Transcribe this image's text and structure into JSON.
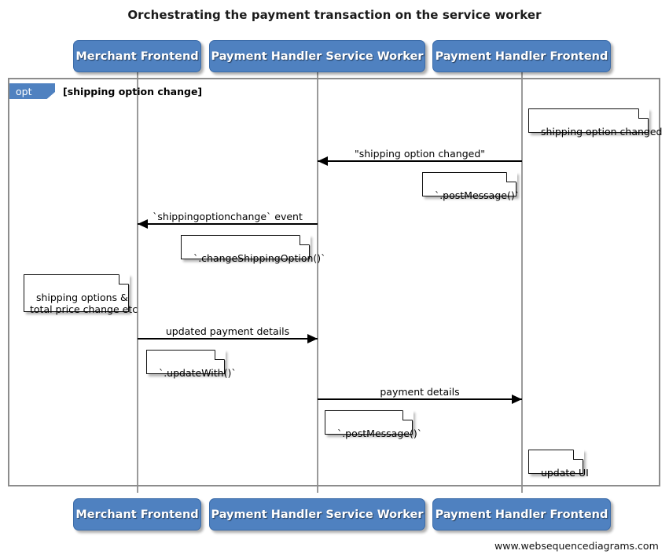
{
  "diagram": {
    "title": "Orchestrating the payment transaction on the service worker",
    "watermark": "www.websequencediagrams.com",
    "accent_color": "#4f81c0",
    "frame_color": "#8c8c8c",
    "lifeline_color": "#9a9a9a"
  },
  "participants": [
    {
      "id": "merchant-frontend",
      "label": "Merchant Frontend"
    },
    {
      "id": "payment-handler-service-worker",
      "label": "Payment Handler Service Worker"
    },
    {
      "id": "payment-handler-frontend",
      "label": "Payment Handler Frontend"
    }
  ],
  "fragment": {
    "type": "opt",
    "tab_label": "opt",
    "guard": "[shipping option change]"
  },
  "messages": [
    {
      "id": "shipping-option-changed",
      "label": "\"shipping option changed\"",
      "from": "payment-handler-frontend",
      "to": "payment-handler-service-worker",
      "direction": "left"
    },
    {
      "id": "shippingoptionchange-event",
      "label": "`shippingoptionchange` event",
      "from": "payment-handler-service-worker",
      "to": "merchant-frontend",
      "direction": "left"
    },
    {
      "id": "updated-payment-details",
      "label": "updated payment details",
      "from": "merchant-frontend",
      "to": "payment-handler-service-worker",
      "direction": "right"
    },
    {
      "id": "payment-details",
      "label": "payment details",
      "from": "payment-handler-service-worker",
      "to": "payment-handler-frontend",
      "direction": "right"
    }
  ],
  "notes": [
    {
      "id": "note-shipping-option-changed",
      "text": "shipping option changed"
    },
    {
      "id": "note-post-message-1",
      "text": "`.postMessage()`"
    },
    {
      "id": "note-change-shipping-option",
      "text": "`.changeShippingOption()`"
    },
    {
      "id": "note-shipping-options-total-price",
      "text": "shipping options &\ntotal price change etc"
    },
    {
      "id": "note-update-with",
      "text": "`.updateWith()`"
    },
    {
      "id": "note-post-message-2",
      "text": "`.postMessage()`"
    },
    {
      "id": "note-update-ui",
      "text": "update UI"
    }
  ]
}
